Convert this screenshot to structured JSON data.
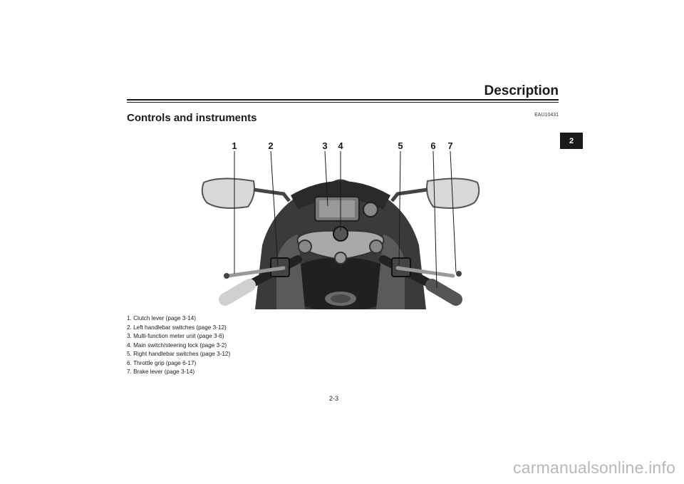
{
  "header": {
    "title": "Description",
    "chapter_tab": "2"
  },
  "section": {
    "title": "Controls and instruments",
    "code": "EAU10431"
  },
  "figure": {
    "callout_numbers": [
      "1",
      "2",
      "3",
      "4",
      "5",
      "6",
      "7"
    ]
  },
  "captions": [
    "1. Clutch lever (page 3-14)",
    "2. Left handlebar switches (page 3-12)",
    "3. Multi-function meter unit (page 3-6)",
    "4. Main switch/steering lock (page 3-2)",
    "5. Right handlebar switches (page 3-12)",
    "6. Throttle grip (page 6-17)",
    "7. Brake lever (page 3-14)"
  ],
  "footer": {
    "page_number": "2-3",
    "watermark": "carmanualsonline.info"
  }
}
